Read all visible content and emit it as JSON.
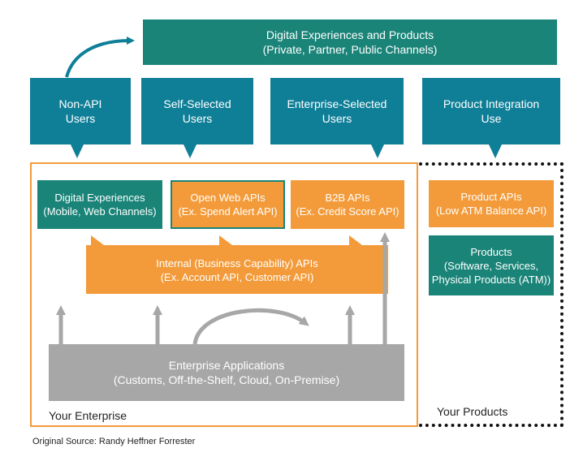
{
  "top": {
    "line1": "Digital Experiences and Products",
    "line2": "(Private, Partner, Public Channels)"
  },
  "users": [
    {
      "line1": "Non-API",
      "line2": "Users"
    },
    {
      "line1": "Self-Selected",
      "line2": "Users"
    },
    {
      "line1": "Enterprise-Selected",
      "line2": "Users"
    },
    {
      "line1": "Product Integration",
      "line2": "Use"
    }
  ],
  "enterprise": {
    "label": "Your Enterprise",
    "digital": {
      "line1": "Digital Experiences",
      "line2": "(Mobile, Web Channels)"
    },
    "open_web": {
      "line1": "Open Web APIs",
      "line2": "(Ex. Spend Alert API)"
    },
    "b2b": {
      "line1": "B2B APIs",
      "line2": "(Ex. Credit Score API)"
    },
    "internal": {
      "line1": "Internal (Business Capability) APIs",
      "line2": "(Ex. Account API, Customer API)"
    },
    "apps": {
      "line1": "Enterprise Applications",
      "line2": "(Customs, Off-the-Shelf, Cloud, On-Premise)"
    }
  },
  "products": {
    "label": "Your Products",
    "product_apis": {
      "line1": "Product APIs",
      "line2": "(Low ATM Balance API)"
    },
    "products_box": {
      "line1": "Products",
      "line2": "(Software, Services,",
      "line3": "Physical Products (ATM))"
    }
  },
  "source": "Original Source: Randy Heffner Forrester",
  "colors": {
    "teal": "#1a8478",
    "blue": "#0f7f97",
    "orange": "#f39b3a",
    "gray": "#a7a7a7"
  }
}
